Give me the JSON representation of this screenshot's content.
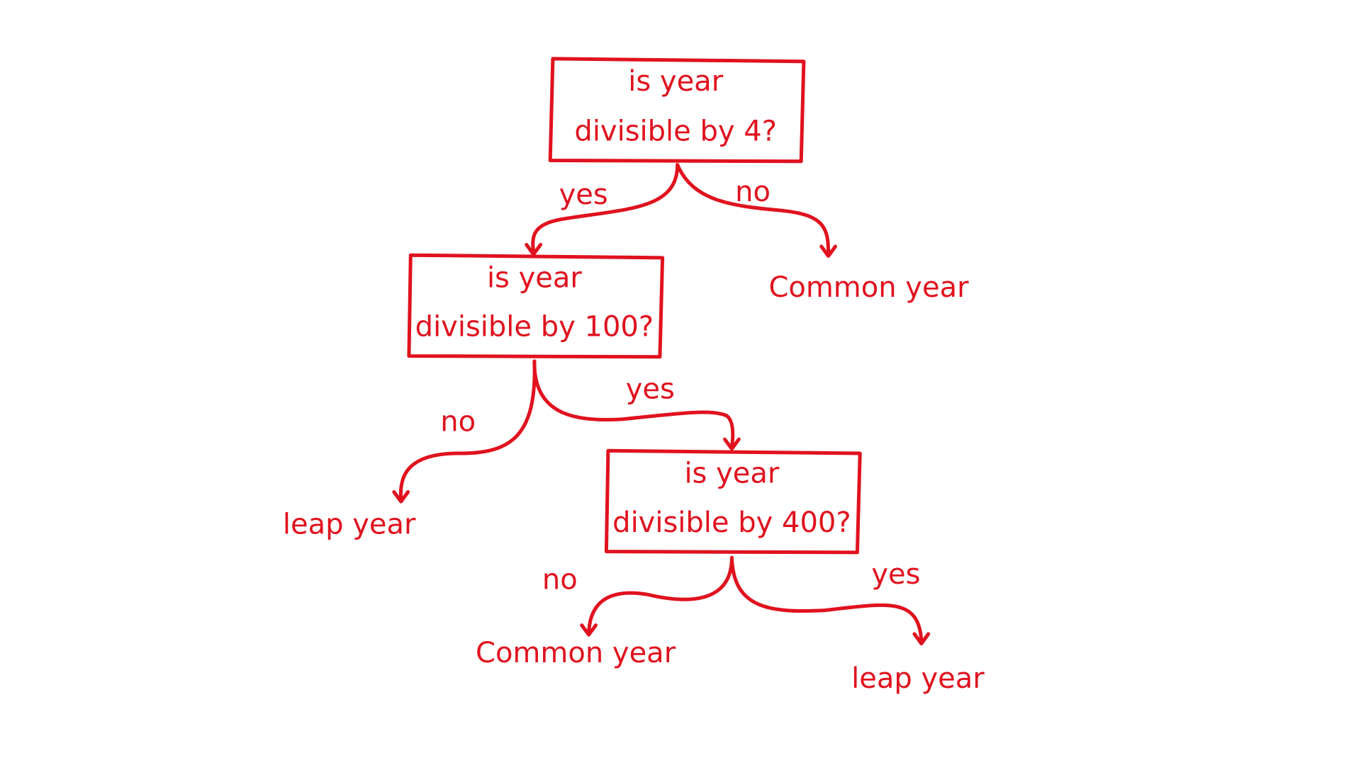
{
  "colors": {
    "ink": "#e0121e",
    "background": "#ffffff"
  },
  "diagram": {
    "questions": [
      {
        "id": "q4",
        "line1": "is year",
        "line2": "divisible by 4?"
      },
      {
        "id": "q100",
        "line1": "is year",
        "line2": "divisible by 100?"
      },
      {
        "id": "q400",
        "line1": "is year",
        "line2": "divisible by 400?"
      }
    ],
    "outcomes": [
      {
        "id": "o-common-1",
        "label": "Common year"
      },
      {
        "id": "o-leap-1",
        "label": "leap year"
      },
      {
        "id": "o-common-2",
        "label": "Common year"
      },
      {
        "id": "o-leap-2",
        "label": "leap year"
      }
    ],
    "edges": [
      {
        "id": "e-q4-yes",
        "from": "q4",
        "to": "q100",
        "label": "yes"
      },
      {
        "id": "e-q4-no",
        "from": "q4",
        "to": "o-common-1",
        "label": "no"
      },
      {
        "id": "e-q100-no",
        "from": "q100",
        "to": "o-leap-1",
        "label": "no"
      },
      {
        "id": "e-q100-yes",
        "from": "q100",
        "to": "q400",
        "label": "yes"
      },
      {
        "id": "e-q400-no",
        "from": "q400",
        "to": "o-common-2",
        "label": "no"
      },
      {
        "id": "e-q400-yes",
        "from": "q400",
        "to": "o-leap-2",
        "label": "yes"
      }
    ]
  }
}
